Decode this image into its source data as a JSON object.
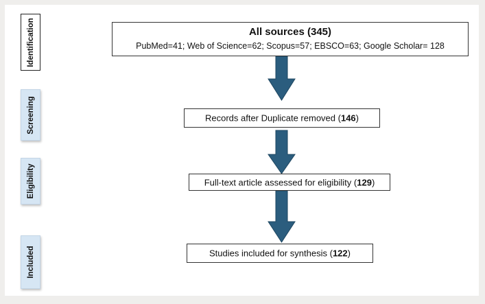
{
  "stages": [
    {
      "id": "identification",
      "label": "Identification"
    },
    {
      "id": "screening",
      "label": "Screening"
    },
    {
      "id": "eligibility",
      "label": "Eligibility"
    },
    {
      "id": "included",
      "label": "Included"
    }
  ],
  "nodes": {
    "all_sources": {
      "title": "All sources (345)",
      "detail": "PubMed=41; Web of Science=62; Scopus=57; EBSCO=63; Google Scholar= 128"
    },
    "duplicates_removed": {
      "text": "Records after Duplicate removed (",
      "count": "146",
      "close": ")"
    },
    "eligibility": {
      "text": "Full-text article assessed for eligibility (",
      "count": "129",
      "close": ")"
    },
    "included": {
      "text": "Studies included for synthesis (",
      "count": "122",
      "close": ")"
    }
  },
  "colors": {
    "arrow_fill": "#2b5d7e",
    "arrow_stroke": "#1e4660",
    "stage_shade": "#d6e6f4",
    "background": "#efeeec",
    "panel": "#ffffff"
  }
}
